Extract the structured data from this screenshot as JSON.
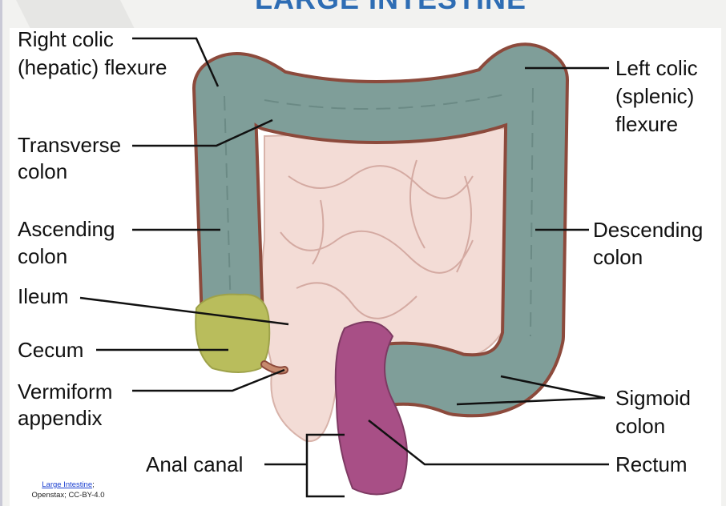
{
  "slide": {
    "title": "LARGE INTESTINE",
    "caption_link": "Large Intestine",
    "caption_suffix": ";",
    "caption_credit": "Openstax; CC-BY-4.0"
  },
  "diagram": {
    "labels": {
      "right_colic_1": "Right colic",
      "right_colic_2": "(hepatic) flexure",
      "transverse_1": "Transverse",
      "transverse_2": "colon",
      "ascending_1": "Ascending",
      "ascending_2": "colon",
      "ileum": "Ileum",
      "cecum": "Cecum",
      "appendix_1": "Vermiform",
      "appendix_2": "appendix",
      "anal_canal": "Anal canal",
      "left_colic_1": "Left colic",
      "left_colic_2": "(splenic)",
      "left_colic_3": "flexure",
      "descending_1": "Descending",
      "descending_2": "colon",
      "sigmoid_1": "Sigmoid",
      "sigmoid_2": "colon",
      "rectum": "Rectum"
    },
    "colors": {
      "colon": "#7f9e99",
      "outline": "#8c4a3c",
      "small_intestine": "#f3dcd6",
      "cecum": "#b9bd5c",
      "rectum": "#a84f86",
      "title": "#2e6db4"
    }
  }
}
